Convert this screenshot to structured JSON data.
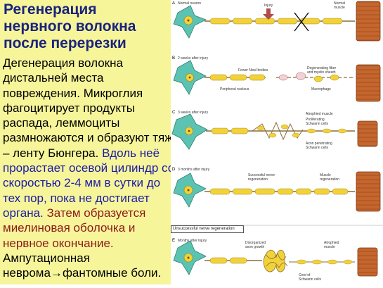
{
  "title_lines": [
    "Регенерация",
    "нервного волокна",
    "после перерезки"
  ],
  "body_parts": [
    {
      "text": "Дегенерация волокна дистальней места повреждения. Микроглия фагоцитирует продукты распада, леммоциты размножаются и образуют тяж – ленту Бюнгера. ",
      "color": "black"
    },
    {
      "text": "Вдоль неё прорастает осевой цилиндр со скоростью 2-4 мм в сутки до тех пор, пока не достигает органа. ",
      "color": "blue"
    },
    {
      "text": "Затем образуется миелиновая оболочка и нервное окончание. ",
      "color": "red"
    },
    {
      "text": "Ампутационная неврома",
      "color": "black"
    },
    {
      "text": "→",
      "color": "black"
    },
    {
      "text": "фантомные боли.",
      "color": "black"
    }
  ],
  "panels": [
    {
      "letter": "A",
      "label": "Normal neuron"
    },
    {
      "letter": "B",
      "label": "2 weeks after injury"
    },
    {
      "letter": "C",
      "label": "3 weeks after injury"
    },
    {
      "letter": "D",
      "label": "3 months after injury"
    },
    {
      "letter": "E",
      "label": "Months after injury"
    }
  ],
  "labels": {
    "injury": "Injury",
    "normal_muscle_1": "Normal",
    "normal_muscle_2": "muscle",
    "fewer_nissl": "Fewer Nissl bodies",
    "degenerating_1": "Degenerating fiber",
    "degenerating_2": "and myelin sheath",
    "peripheral_nucleus": "Peripheral nucleus",
    "macrophage": "Macrophage",
    "atrophied_muscle": "Atrophied muscle",
    "proliferating_1": "Proliferating",
    "proliferating_2": "Schwann cells",
    "axon_pen_1": "Axon penetrating",
    "axon_pen_2": "Schwann cells",
    "successful_1": "Successful nerve",
    "successful_2": "regeneration",
    "muscle_regen_1": "Muscle",
    "muscle_regen_2": "regeneration",
    "unsuccessful": "Unsuccessful nerve regeneration",
    "disorganized_1": "Disorganized",
    "disorganized_2": "axon growth",
    "atrophied_e_1": "Atrophied",
    "atrophied_e_2": "muscle",
    "cord_1": "Cord of",
    "cord_2": "Schwann cells"
  },
  "colors": {
    "left_bg": "#f7f59a",
    "title": "#1a237e",
    "neuron_body": "#5cc3b2",
    "nucleus": "#f2d23a",
    "myelin": "#f2d23a",
    "axon": "#8a6d3b",
    "muscle": "#c4662e",
    "injury_arrow": "#b24b4b"
  }
}
